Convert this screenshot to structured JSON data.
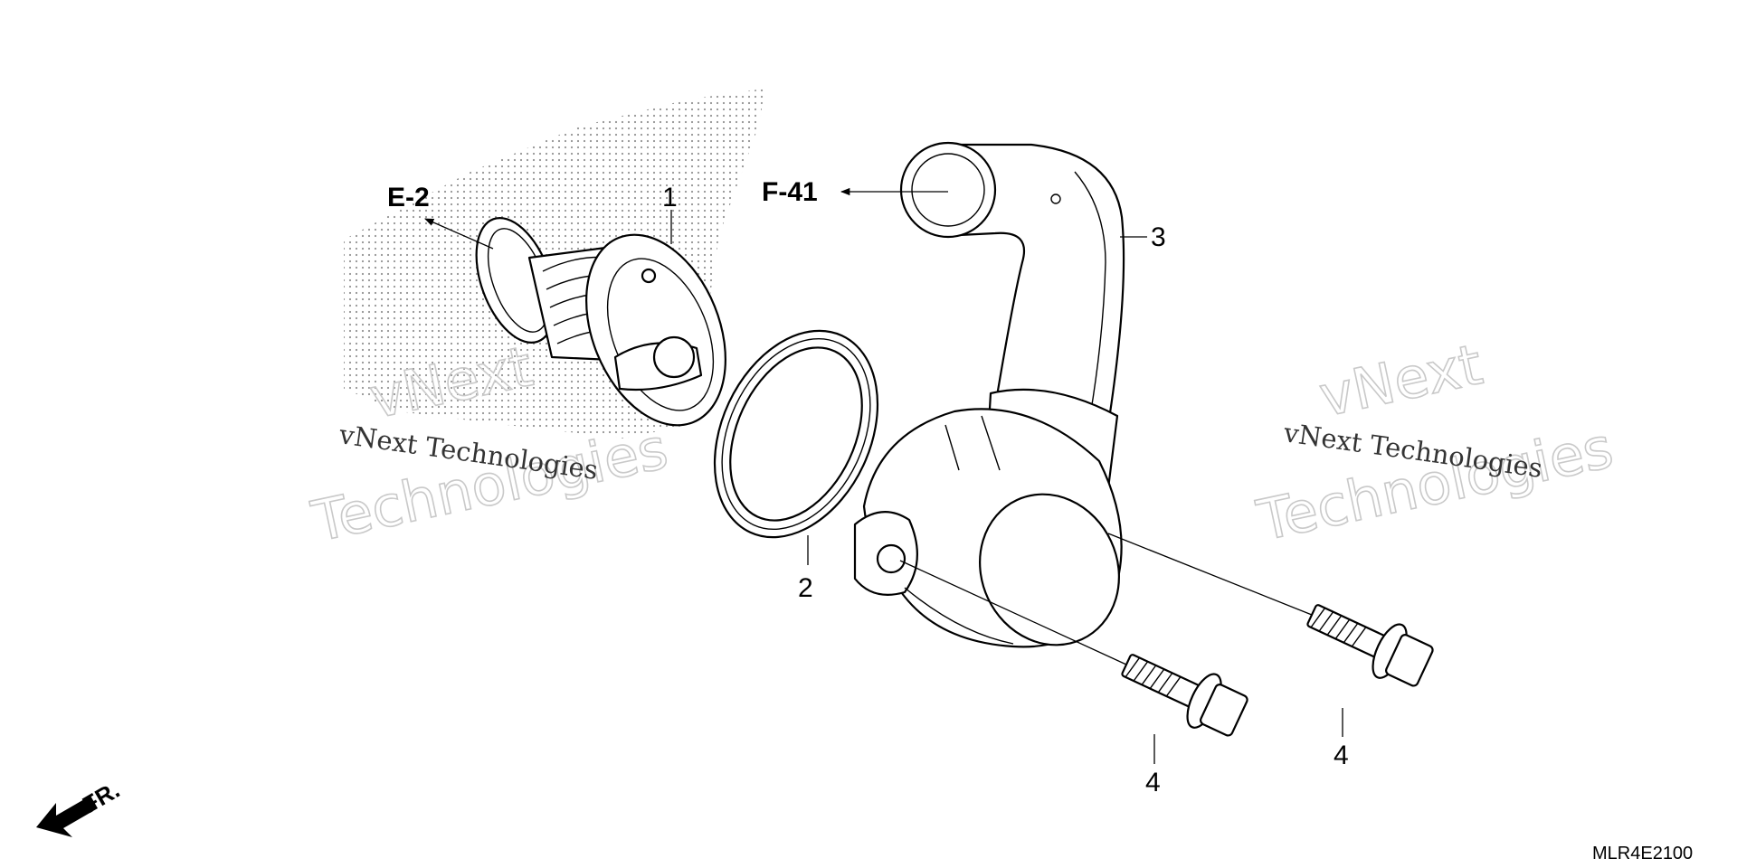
{
  "colors": {
    "background": "#ffffff",
    "line": "#000000",
    "watermark": "#c9c9c9",
    "stipple": "#777777"
  },
  "references": {
    "e2": "E-2",
    "f41": "F-41"
  },
  "callouts": {
    "thermostat": "1",
    "gasket": "2",
    "housing": "3",
    "bolt_left": "4",
    "bolt_right": "4"
  },
  "front_indicator": "FR.",
  "diagram_code": "MLR4E2100",
  "watermarks": {
    "left_small": "vNext Technologies",
    "left_big_top": "vNext",
    "left_big_bottom": "Technologies",
    "right_small": "vNext Technologies",
    "right_big_top": "vNext",
    "right_big_bottom": "Technologies"
  }
}
